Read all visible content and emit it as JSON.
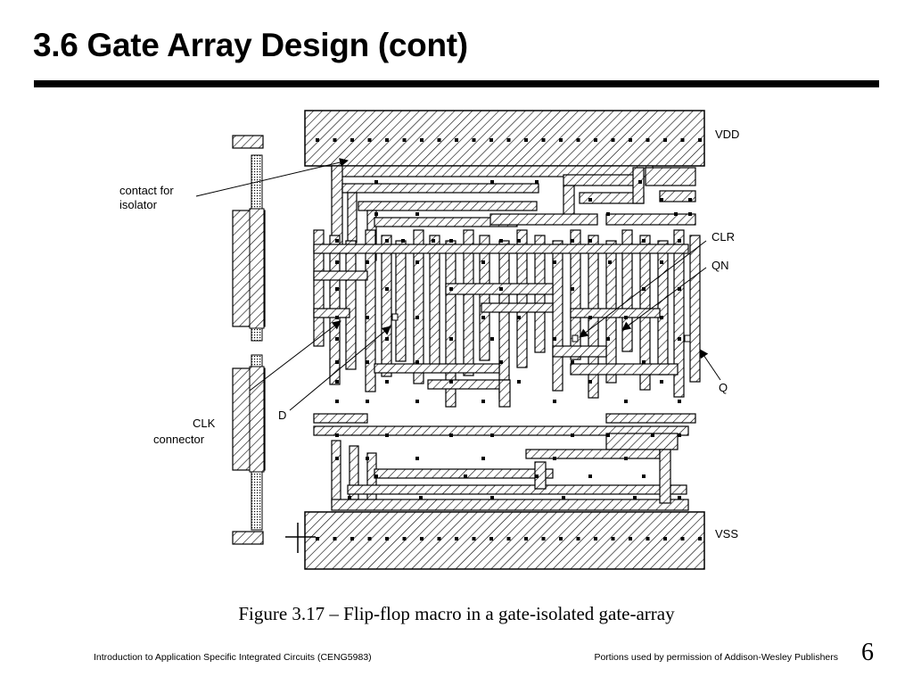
{
  "slide": {
    "title": "3.6 Gate Array Design (cont)",
    "caption": "Figure 3.17 – Flip-flop macro in a gate-isolated gate-array",
    "footer_left": "Introduction to Application Specific Integrated Circuits (CENG5983)",
    "footer_right": "Portions used by permission of Addison-Wesley Publishers",
    "page_number": "6"
  },
  "figure": {
    "labels": {
      "vdd": "VDD",
      "vss": "VSS",
      "contact_line1": "contact for",
      "contact_line2": "isolator",
      "clr": "CLR",
      "qn": "QN",
      "q": "Q",
      "clk_line1": "CLK",
      "clk_line2": "connector",
      "d": "D"
    }
  }
}
